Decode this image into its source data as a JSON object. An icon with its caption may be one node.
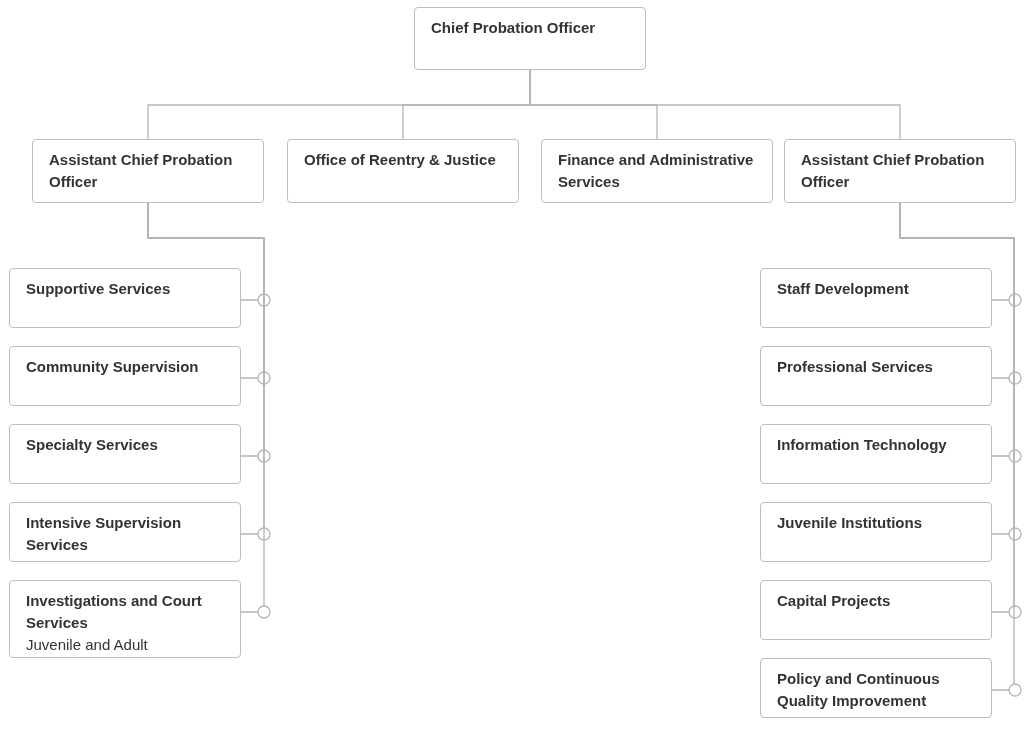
{
  "diagram": {
    "nodes": [
      {
        "text": [
          "Chief Probation Officer"
        ]
      },
      {
        "text": [
          "Assistant Chief Probation Officer"
        ]
      },
      {
        "text": [
          "Office of Reentry & Justice"
        ]
      },
      {
        "text": [
          "Finance and Administrative Services"
        ]
      },
      {
        "text": [
          "Assistant Chief Probation Officer"
        ]
      },
      {
        "text": [
          "Supportive Services"
        ]
      },
      {
        "text": [
          "Community Supervision"
        ]
      },
      {
        "text": [
          "Specialty Services"
        ]
      },
      {
        "text": [
          "Intensive Supervision Services"
        ]
      },
      {
        "text": [
          "Investigations and Court Services",
          "Juvenile and Adult"
        ]
      },
      {
        "text": [
          "Staff Development"
        ]
      },
      {
        "text": [
          "Professional Services"
        ]
      },
      {
        "text": [
          "Information Technology"
        ]
      },
      {
        "text": [
          "Juvenile Institutions"
        ]
      },
      {
        "text": [
          "Capital Projects"
        ]
      },
      {
        "text": [
          "Policy and Continuous Quality Improvement"
        ]
      }
    ],
    "edges": [
      {
        "from": 0,
        "to": 1,
        "arrow": "none"
      },
      {
        "from": 0,
        "to": 2,
        "arrow": "none"
      },
      {
        "from": 0,
        "to": 3,
        "arrow": "none"
      },
      {
        "from": 0,
        "to": 4,
        "arrow": "none"
      },
      {
        "from": 1,
        "to": 5,
        "arrow": "other"
      },
      {
        "from": 1,
        "to": 6,
        "arrow": "other"
      },
      {
        "from": 1,
        "to": 7,
        "arrow": "other"
      },
      {
        "from": 1,
        "to": 8,
        "arrow": "other"
      },
      {
        "from": 1,
        "to": 9,
        "arrow": "other"
      },
      {
        "from": 4,
        "to": 10,
        "arrow": "other"
      },
      {
        "from": 4,
        "to": 11,
        "arrow": "other"
      },
      {
        "from": 4,
        "to": 12,
        "arrow": "other"
      },
      {
        "from": 4,
        "to": 13,
        "arrow": "other"
      },
      {
        "from": 4,
        "to": 14,
        "arrow": "other"
      },
      {
        "from": 4,
        "to": 15,
        "arrow": "other"
      }
    ]
  }
}
